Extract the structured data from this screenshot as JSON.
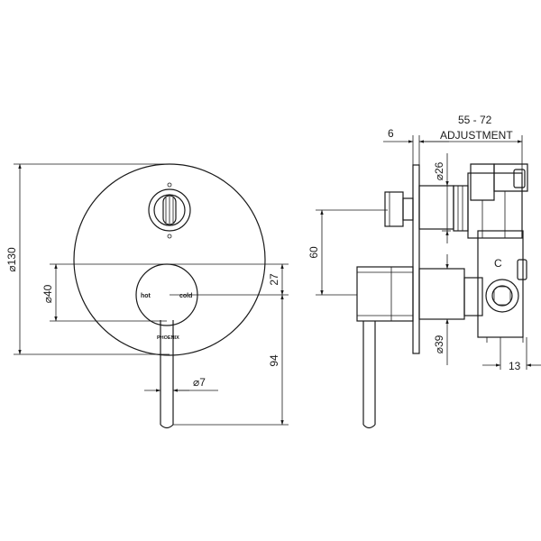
{
  "front_view": {
    "dims": {
      "outer_diameter": "⌀130",
      "handle_diameter": "⌀40",
      "lever_diameter": "⌀7",
      "offset_27": "27",
      "lever_length": "94"
    },
    "labels": {
      "hot": "hot",
      "cold": "cold",
      "brand": "PHOENIX"
    }
  },
  "side_view": {
    "dims": {
      "plate_thickness": "6",
      "adjustment_range": "55 - 72",
      "adjustment_label": "ADJUSTMENT",
      "port_diameter": "⌀26",
      "spacing_60": "60",
      "body_diameter": "⌀39",
      "depth_13": "13"
    },
    "labels": {
      "cold_mark": "C"
    }
  }
}
